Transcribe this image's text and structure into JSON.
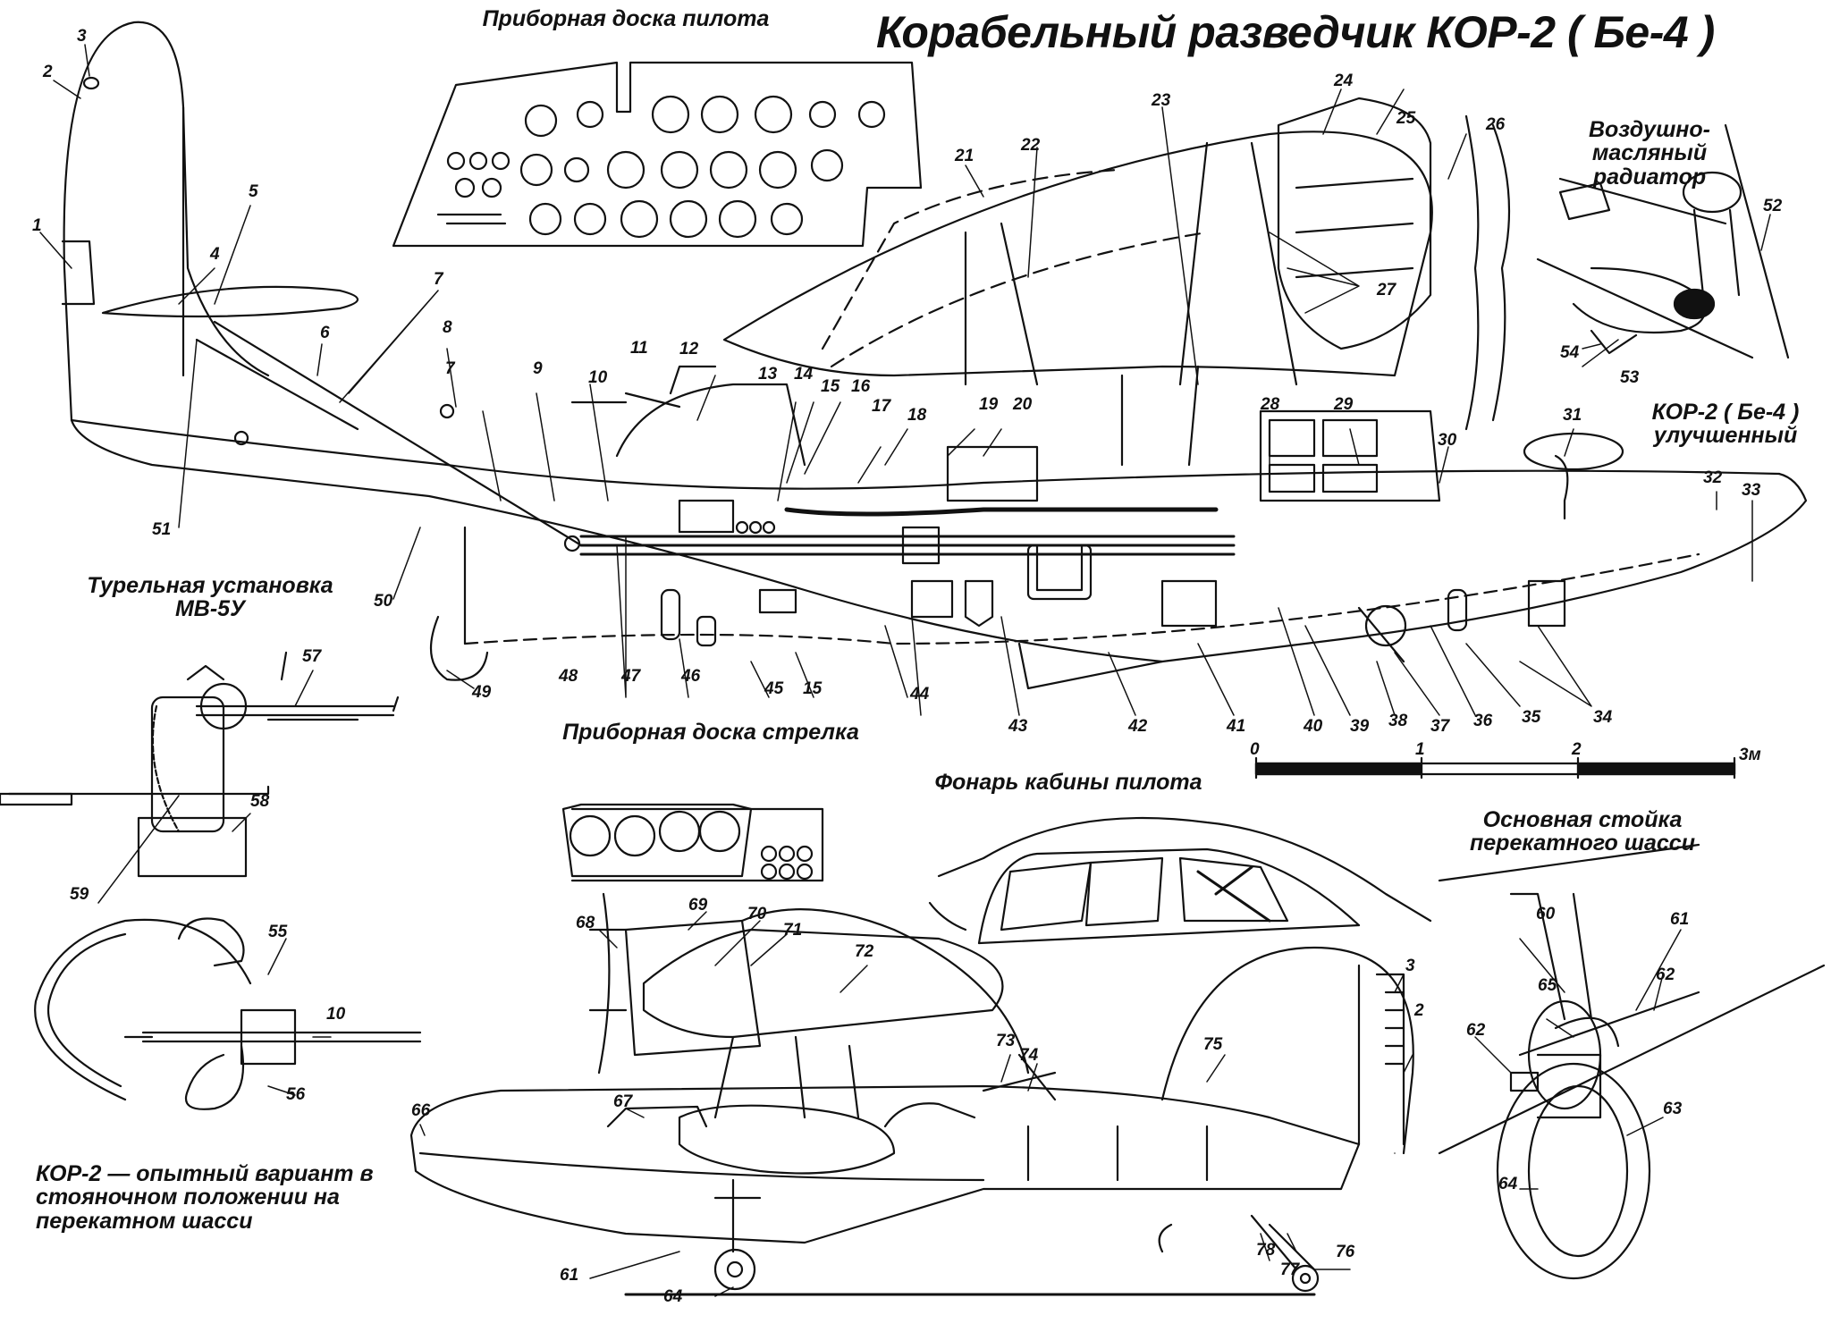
{
  "title": "Корабельный разведчик КОР-2 ( Бе-4 )",
  "captions": {
    "pilot_panel": "Приборная доска пилота",
    "gunner_panel": "Приборная доска стрелка",
    "oil_radiator": "Воздушно-масляный радиатор",
    "improved": "КОР-2 ( Бе-4 ) улучшенный",
    "turret": "Турельная установка МВ-5У",
    "canopy": "Фонарь кабины пилота",
    "gear_strut": "Основная стойка перекатного шасси",
    "prototype": "КОР-2 — опытный вариант в стояночном положении на перекатном шасси"
  },
  "scale": {
    "ticks": [
      "0",
      "1",
      "2",
      "3м"
    ]
  },
  "callouts": [
    "1",
    "2",
    "3",
    "4",
    "5",
    "6",
    "7",
    "7",
    "8",
    "9",
    "10",
    "11",
    "12",
    "13",
    "14",
    "15",
    "16",
    "17",
    "18",
    "19",
    "20",
    "21",
    "22",
    "23",
    "24",
    "25",
    "26",
    "27",
    "28",
    "29",
    "30",
    "31",
    "32",
    "33",
    "34",
    "35",
    "36",
    "37",
    "38",
    "39",
    "40",
    "41",
    "42",
    "43",
    "44",
    "45",
    "15",
    "46",
    "47",
    "48",
    "49",
    "50",
    "51",
    "52",
    "53",
    "54",
    "55",
    "56",
    "57",
    "58",
    "59",
    "10",
    "60",
    "61",
    "62",
    "62",
    "63",
    "64",
    "65",
    "66",
    "67",
    "68",
    "69",
    "70",
    "71",
    "72",
    "73",
    "74",
    "75",
    "2",
    "3",
    "76",
    "77",
    "78",
    "61",
    "64"
  ],
  "colors": {
    "ink": "#111111",
    "paper": "#ffffff"
  }
}
